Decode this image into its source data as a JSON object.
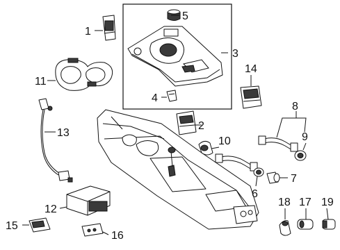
{
  "diagram": {
    "callouts": [
      {
        "id": "c1",
        "text": "1"
      },
      {
        "id": "c2",
        "text": "2"
      },
      {
        "id": "c3",
        "text": "3"
      },
      {
        "id": "c4",
        "text": "4"
      },
      {
        "id": "c5",
        "text": "5"
      },
      {
        "id": "c6",
        "text": "6"
      },
      {
        "id": "c7",
        "text": "7"
      },
      {
        "id": "c8",
        "text": "8"
      },
      {
        "id": "c9",
        "text": "9"
      },
      {
        "id": "c10",
        "text": "10"
      },
      {
        "id": "c11",
        "text": "11"
      },
      {
        "id": "c12",
        "text": "12"
      },
      {
        "id": "c13",
        "text": "13"
      },
      {
        "id": "c14",
        "text": "14"
      },
      {
        "id": "c15",
        "text": "15"
      },
      {
        "id": "c16",
        "text": "16"
      },
      {
        "id": "c17",
        "text": "17"
      },
      {
        "id": "c18",
        "text": "18"
      },
      {
        "id": "c19",
        "text": "19"
      }
    ],
    "colors": {
      "ink": "#111111",
      "background": "#ffffff",
      "dark_part": "#3a3a3a"
    }
  }
}
